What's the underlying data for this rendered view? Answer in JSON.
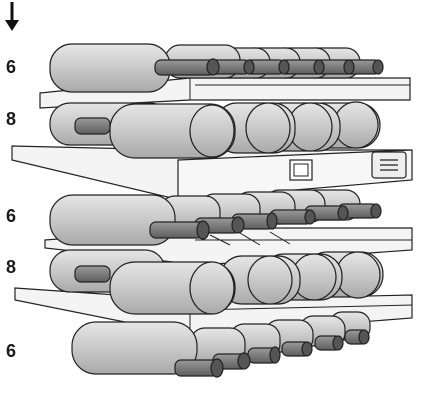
{
  "shelf_counts": [
    "6",
    "8",
    "6",
    "8",
    "6"
  ],
  "icons": {
    "arrow": "down-arrow-icon"
  },
  "colors": {
    "bottle": "#cfcfcf",
    "bottle_dark": "#8a8a8a",
    "outline": "#222222",
    "shelf": "#f4f4f4"
  }
}
